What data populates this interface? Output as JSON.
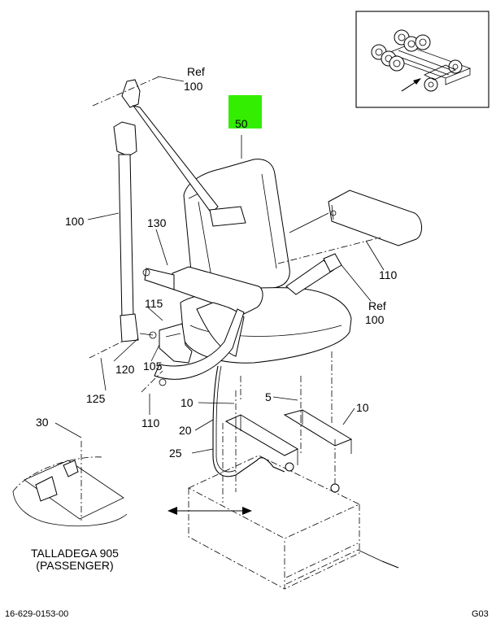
{
  "callouts": {
    "ref_top": "Ref",
    "ref_top_num": "100",
    "c50": "50",
    "c100_left": "100",
    "c130": "130",
    "c110_right": "110",
    "ref_right": "Ref",
    "ref_right_num": "100",
    "c115": "115",
    "c120": "120",
    "c105": "105",
    "c125": "125",
    "c110_bottom": "110",
    "c10_left": "10",
    "c5": "5",
    "c10_right": "10",
    "c20": "20",
    "c25": "25",
    "c30": "30"
  },
  "caption": {
    "line1": "TALLADEGA 905",
    "line2": "(PASSENGER)"
  },
  "footer": {
    "left": "16-629-0153-00",
    "right": "G03"
  },
  "colors": {
    "highlight": "#33ee00",
    "ink": "#000000"
  }
}
